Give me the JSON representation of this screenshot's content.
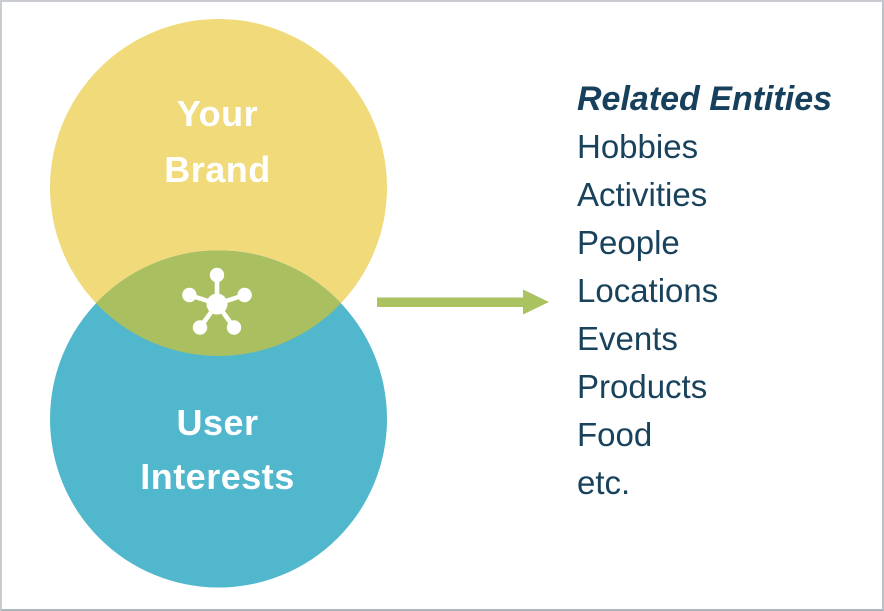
{
  "venn": {
    "brand_circle": {
      "label_line1": "Your",
      "label_line2": "Brand",
      "color": "#f0da7a"
    },
    "interests_circle": {
      "label_line1": "User",
      "label_line2": "Interests",
      "color": "#50b7cc"
    },
    "overlap": {
      "color": "#a9bf60",
      "icon": "network-hub-icon",
      "icon_color": "#ffffff"
    },
    "label_color": "#ffffff"
  },
  "arrow": {
    "direction": "right",
    "color": "#abc261"
  },
  "entities": {
    "title": "Related Entities",
    "text_color": "#19425d",
    "items": [
      "Hobbies",
      "Activities",
      "People",
      "Locations",
      "Events",
      "Products",
      "Food",
      "etc."
    ]
  }
}
